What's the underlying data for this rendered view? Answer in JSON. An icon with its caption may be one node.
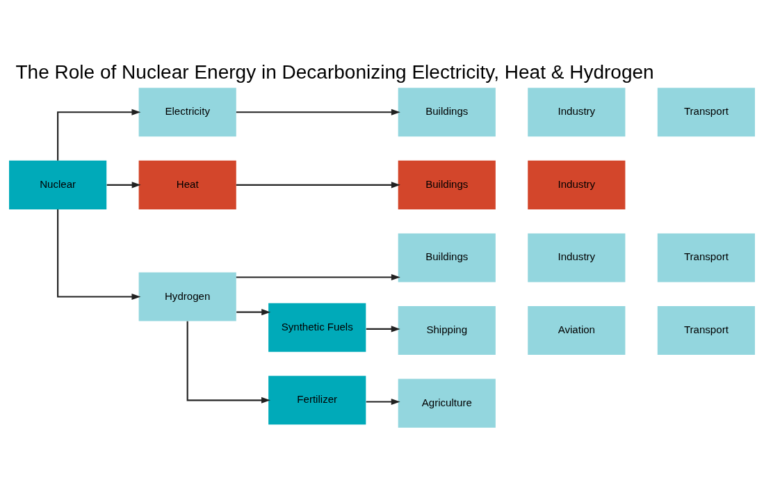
{
  "diagram": {
    "title": "The Role of Nuclear Energy in Decarbonizing Electricity, Heat & Hydrogen",
    "nodes": [
      {
        "text": [
          "Nuclear"
        ]
      },
      {
        "text": [
          "Electricity"
        ]
      },
      {
        "text": [
          "Heat"
        ]
      },
      {
        "text": [
          "Hydrogen"
        ]
      },
      {
        "text": [
          "Buildings"
        ]
      },
      {
        "text": [
          "Industry"
        ]
      },
      {
        "text": [
          "Transport"
        ]
      },
      {
        "text": [
          "Buildings"
        ]
      },
      {
        "text": [
          "Industry"
        ]
      },
      {
        "text": [
          "Buildings"
        ]
      },
      {
        "text": [
          "Industry"
        ]
      },
      {
        "text": [
          "Transport"
        ]
      },
      {
        "text": [
          "Synthetic Fuels"
        ]
      },
      {
        "text": [
          "Shipping"
        ]
      },
      {
        "text": [
          "Aviation"
        ]
      },
      {
        "text": [
          "Transport"
        ]
      },
      {
        "text": [
          "Fertilizer"
        ]
      },
      {
        "text": [
          "Agriculture"
        ]
      }
    ],
    "edges": [
      {
        "from": 0,
        "to": 1,
        "arrow": "to"
      },
      {
        "from": 0,
        "to": 2,
        "arrow": "to"
      },
      {
        "from": 0,
        "to": 3,
        "arrow": "to"
      },
      {
        "from": 1,
        "to": 4,
        "arrow": "to"
      },
      {
        "from": 2,
        "to": 7,
        "arrow": "to"
      },
      {
        "from": 3,
        "to": 9,
        "arrow": "to"
      },
      {
        "from": 3,
        "to": 12,
        "arrow": "to"
      },
      {
        "from": 3,
        "to": 16,
        "arrow": "to"
      },
      {
        "from": 12,
        "to": 13,
        "arrow": "to"
      },
      {
        "from": 16,
        "to": 17,
        "arrow": "to"
      }
    ]
  }
}
